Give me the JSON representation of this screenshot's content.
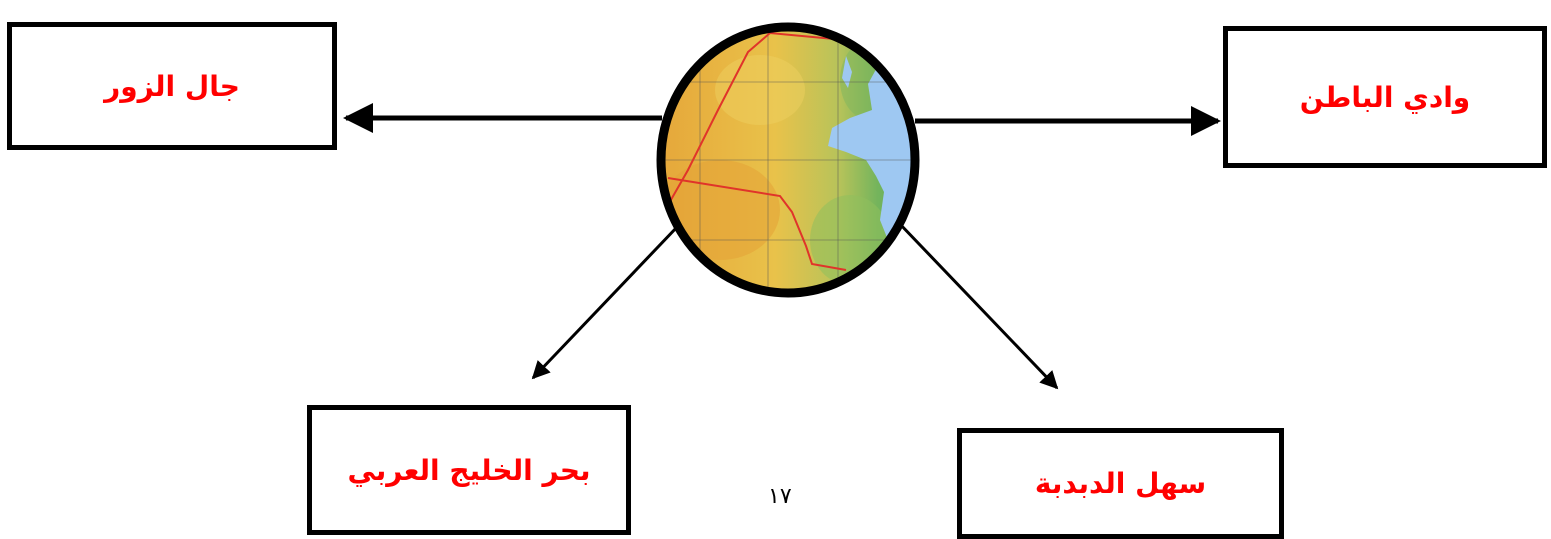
{
  "diagram": {
    "center": {
      "image": "kuwait-relief-map-globe",
      "border_color": "#000000"
    },
    "boxes": {
      "left": {
        "label": "جال الزور"
      },
      "right": {
        "label": "وادي الباطن"
      },
      "bottom_left": {
        "label": "بحر الخليج العربي"
      },
      "bottom_right": {
        "label": "سهل الدبدبة"
      }
    },
    "page_number": "١٧"
  },
  "colors": {
    "label": "#ff0000",
    "border": "#000000",
    "sea": "#9ec8f2",
    "desert": "#e8b43c",
    "lowland": "#6fb35a",
    "boundary": "#e0342a"
  }
}
